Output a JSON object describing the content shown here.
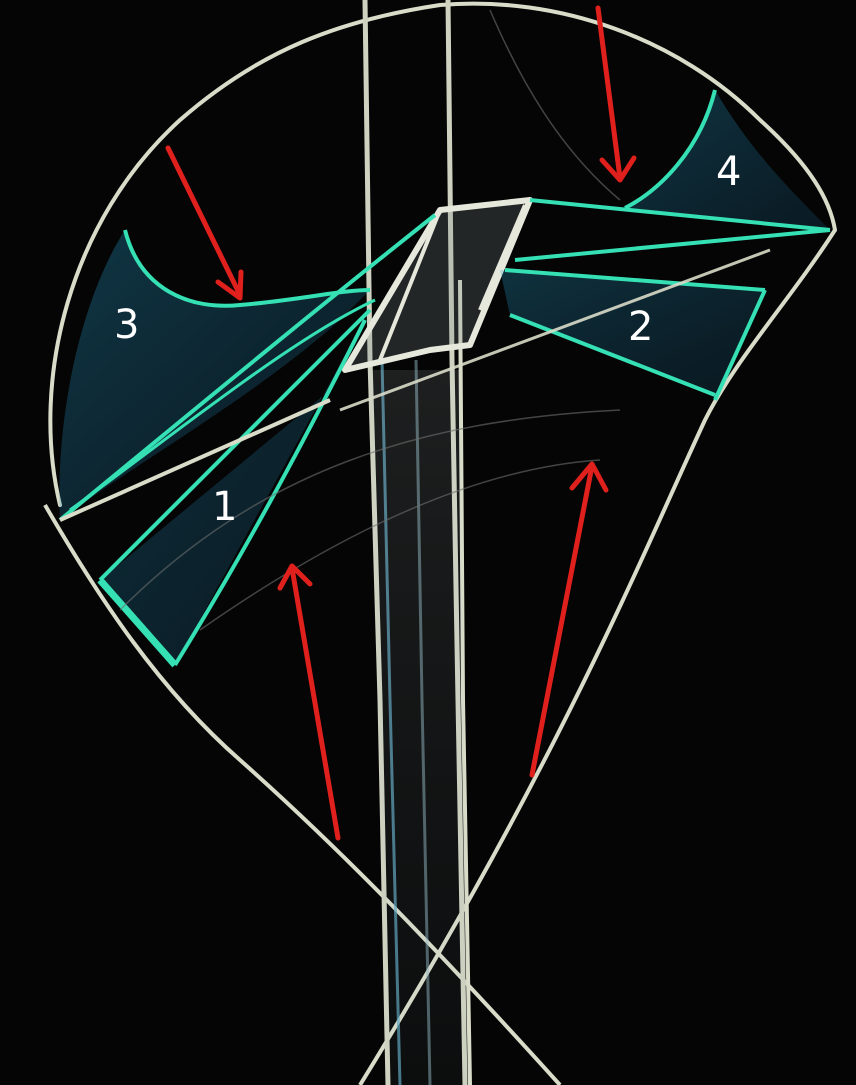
{
  "figure": {
    "background_color": "#050505",
    "chalk_white": "#d9dcc8",
    "chalk_teal": "#35e0b4",
    "chalk_blue": "#2aa8d8",
    "arrow_red": "#e0201c"
  },
  "regions": [
    {
      "label": "1",
      "kind": "muscle band, lower-left"
    },
    {
      "label": "2",
      "kind": "muscle band, right"
    },
    {
      "label": "3",
      "kind": "muscle fan, left"
    },
    {
      "label": "4",
      "kind": "muscle fan, upper-right"
    }
  ],
  "arrows": {
    "count": 4,
    "directions": [
      "down-right",
      "down",
      "up",
      "up"
    ],
    "icon": "arrow-icon"
  }
}
